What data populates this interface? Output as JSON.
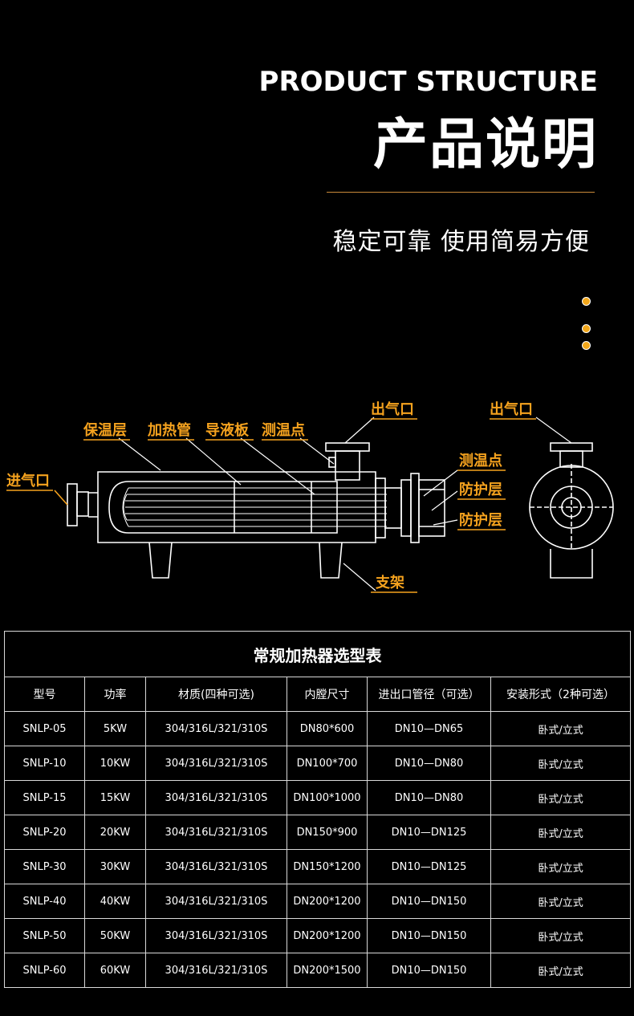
{
  "header": {
    "title_en": "PRODUCT STRUCTURE",
    "title_cn": "产品说明",
    "slogan": "稳定可靠 使用简易方便"
  },
  "colors": {
    "accent": "#f5a21e",
    "background": "#000000",
    "text": "#ffffff"
  },
  "diagram": {
    "labels": {
      "insulation": "保温层",
      "heating_tube": "加热管",
      "baffle": "导液板",
      "temp_point": "测温点",
      "outlet": "出气口",
      "inlet": "进气口",
      "temp_point_side": "测温点",
      "protect_1": "防护层",
      "protect_2": "防护层",
      "bracket": "支架",
      "outlet_side": "出气口"
    }
  },
  "table": {
    "title": "常规加热器选型表",
    "columns": [
      "型号",
      "功率",
      "材质(四种可选)",
      "内膛尺寸",
      "进出口管径（可选）",
      "安装形式（2种可选）"
    ],
    "rows": [
      [
        "SNLP-05",
        "5KW",
        "304/316L/321/310S",
        "DN80*600",
        "DN10—DN65",
        "卧式/立式"
      ],
      [
        "SNLP-10",
        "10KW",
        "304/316L/321/310S",
        "DN100*700",
        "DN10—DN80",
        "卧式/立式"
      ],
      [
        "SNLP-15",
        "15KW",
        "304/316L/321/310S",
        "DN100*1000",
        "DN10—DN80",
        "卧式/立式"
      ],
      [
        "SNLP-20",
        "20KW",
        "304/316L/321/310S",
        "DN150*900",
        "DN10—DN125",
        "卧式/立式"
      ],
      [
        "SNLP-30",
        "30KW",
        "304/316L/321/310S",
        "DN150*1200",
        "DN10—DN125",
        "卧式/立式"
      ],
      [
        "SNLP-40",
        "40KW",
        "304/316L/321/310S",
        "DN200*1200",
        "DN10—DN150",
        "卧式/立式"
      ],
      [
        "SNLP-50",
        "50KW",
        "304/316L/321/310S",
        "DN200*1200",
        "DN10—DN150",
        "卧式/立式"
      ],
      [
        "SNLP-60",
        "60KW",
        "304/316L/321/310S",
        "DN200*1500",
        "DN10—DN150",
        "卧式/立式"
      ]
    ]
  }
}
